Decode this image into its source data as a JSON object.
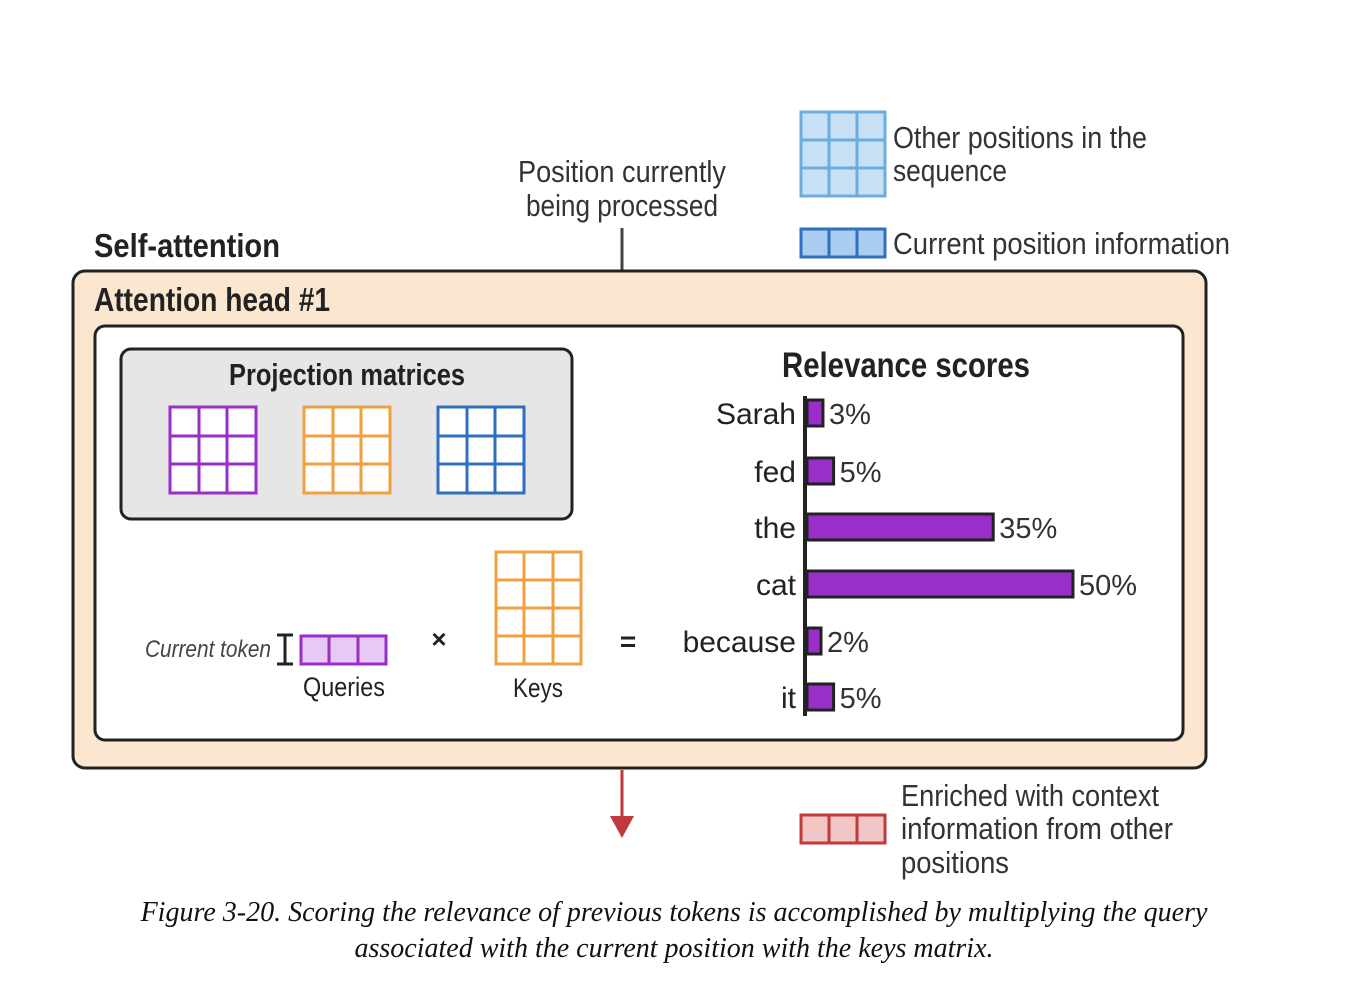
{
  "labels": {
    "position_label_line1": "Position currently",
    "position_label_line2": "being processed",
    "legend_other_line1": "Other positions in the",
    "legend_other_line2": "sequence",
    "legend_current": "Current position information",
    "self_attention": "Self-attention",
    "attention_head": "Attention head #1",
    "projection_matrices": "Projection matrices",
    "current_token": "Current token",
    "queries": "Queries",
    "times": "×",
    "equals": "=",
    "keys": "Keys",
    "relevance_title": "Relevance scores",
    "enriched_line1": "Enriched with context",
    "enriched_line2": "information from other",
    "enriched_line3": "positions"
  },
  "relevance": {
    "tokens": [
      "Sarah",
      "fed",
      "the",
      "cat",
      "because",
      "it"
    ],
    "percents": [
      3,
      5,
      35,
      50,
      2,
      5
    ],
    "value_labels": [
      "3%",
      "5%",
      "35%",
      "50%",
      "2%",
      "5%"
    ]
  },
  "caption": {
    "line1": "Figure 3-20. Scoring the relevance of previous tokens is accomplished by multiplying the query",
    "line2": "associated with the current position with the keys matrix."
  },
  "colors": {
    "purple": "#9a2ec8",
    "purple_fill": "#9a2ec8",
    "orange": "#f0a040",
    "blue": "#2f6fc0",
    "light_blue_fill": "#c8e0f4",
    "light_blue_stroke": "#6aaee0",
    "red": "#c0393b",
    "red_fill": "#f2c6c6",
    "head_fill": "#fbe6cf",
    "proj_fill": "#e6e6e6"
  }
}
